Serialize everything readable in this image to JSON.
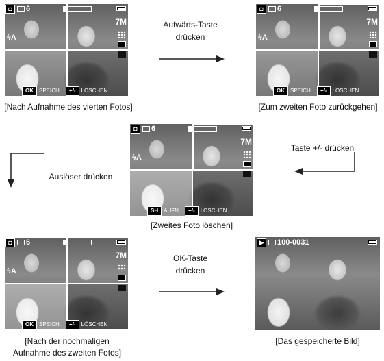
{
  "screens": {
    "s1": {
      "count": "6",
      "ok_key": "OK",
      "ok_label": "SPEICH.",
      "del_key": "+/-",
      "del_label": "LÖSCHEN",
      "resolution": "7M",
      "flash": "ϟA",
      "progress": 0.15
    },
    "s2": {
      "count": "6",
      "ok_key": "OK",
      "ok_label": "SPEICH.",
      "del_key": "+/-",
      "del_label": "LÖSCHEN",
      "resolution": "7M",
      "flash": "ϟA",
      "progress": 0.15
    },
    "s3": {
      "count": "6",
      "ok_key": "SH",
      "ok_label": "AUFN.",
      "del_key": "+/-",
      "del_label": "LÖSCHEN",
      "resolution": "7M",
      "flash": "ϟA",
      "progress": 0.15
    },
    "s4": {
      "count": "6",
      "ok_key": "OK",
      "ok_label": "SPEICH.",
      "del_key": "+/-",
      "del_label": "LÖSCHEN",
      "resolution": "7M",
      "flash": "ϟA",
      "progress": 0.15
    },
    "s5": {
      "file_number": "100-0031"
    }
  },
  "captions": {
    "c1": "[Nach Aufnahme des vierten Fotos]",
    "c2": "[Zum zweiten Foto zurückgehen]",
    "c3": "[Zweites Foto löschen]",
    "c4_line1": "[Nach der nochmaligen",
    "c4_line2": "Aufnahme des zweiten Fotos]",
    "c5": "[Das gespeicherte Bild]"
  },
  "steps": {
    "up_line1": "Aufwärts-Taste",
    "up_line2": "drücken",
    "plusminus": "Taste +/- drücken",
    "shutter": "Auslöser drücken",
    "ok_line1": "OK-Taste",
    "ok_line2": "drücken"
  },
  "colors": {
    "screen_bg": "#7a7a7a",
    "overlay_border": "#ffffff",
    "arrow": "#222222"
  }
}
